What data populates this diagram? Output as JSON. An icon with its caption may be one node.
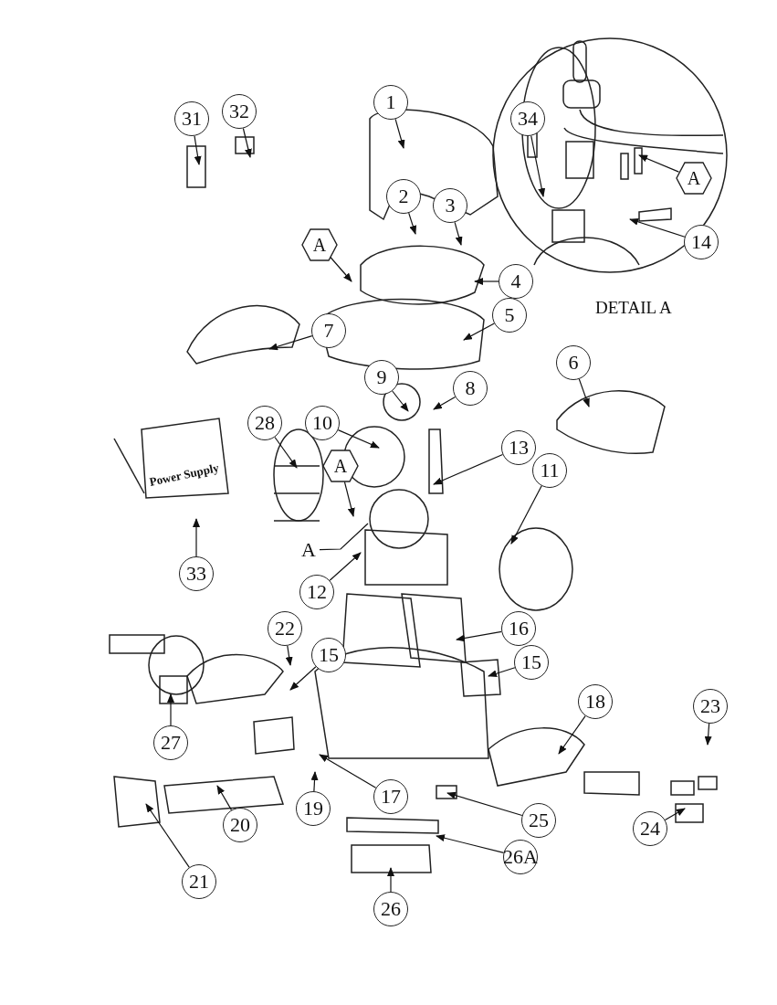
{
  "diagram": {
    "nodes": [
      {
        "text": [
          "34"
        ]
      },
      {
        "text": [
          "31"
        ]
      },
      {
        "text": [
          "32"
        ]
      },
      {
        "text": [
          "1"
        ]
      },
      {
        "text": [
          "2"
        ]
      },
      {
        "text": [
          "3"
        ]
      },
      {
        "text": [
          "A"
        ]
      },
      {
        "text": [
          "14"
        ]
      },
      {
        "text": [
          "A"
        ]
      },
      {
        "text": [
          "4"
        ]
      },
      {
        "text": [
          "5"
        ]
      },
      {
        "text": [
          "7"
        ]
      },
      {
        "text": [
          "9"
        ]
      },
      {
        "text": [
          "8"
        ]
      },
      {
        "text": [
          "6"
        ]
      },
      {
        "text": [
          "10"
        ]
      },
      {
        "text": [
          "28"
        ]
      },
      {
        "text": [
          "13"
        ]
      },
      {
        "text": [
          "11"
        ]
      },
      {
        "text": [
          "A"
        ]
      },
      {
        "text": [
          "A"
        ]
      },
      {
        "text": [
          "33"
        ]
      },
      {
        "text": [
          "12"
        ]
      },
      {
        "text": [
          "22"
        ]
      },
      {
        "text": [
          "16"
        ]
      },
      {
        "text": [
          "15"
        ]
      },
      {
        "text": [
          "15"
        ]
      },
      {
        "text": [
          "18"
        ]
      },
      {
        "text": [
          "23"
        ]
      },
      {
        "text": [
          "27"
        ]
      },
      {
        "text": [
          "17"
        ]
      },
      {
        "text": [
          "19"
        ]
      },
      {
        "text": [
          "20"
        ]
      },
      {
        "text": [
          "25"
        ]
      },
      {
        "text": [
          "24"
        ]
      },
      {
        "text": [
          "26A"
        ]
      },
      {
        "text": [
          "21"
        ]
      },
      {
        "text": [
          "26"
        ]
      }
    ],
    "edges": [
      {
        "from": 0,
        "to": null,
        "arrow": "to"
      },
      {
        "from": 1,
        "to": null,
        "arrow": "to"
      },
      {
        "from": 2,
        "to": null,
        "arrow": "to"
      },
      {
        "from": 3,
        "to": null,
        "arrow": "to"
      },
      {
        "from": 4,
        "to": null,
        "arrow": "to"
      },
      {
        "from": 5,
        "to": null,
        "arrow": "to"
      },
      {
        "from": 6,
        "to": null,
        "arrow": "to"
      },
      {
        "from": 7,
        "to": null,
        "arrow": "to"
      },
      {
        "from": 8,
        "to": null,
        "arrow": "to"
      },
      {
        "from": 9,
        "to": null,
        "arrow": "to"
      },
      {
        "from": 10,
        "to": null,
        "arrow": "to"
      },
      {
        "from": 11,
        "to": null,
        "arrow": "to"
      },
      {
        "from": 12,
        "to": null,
        "arrow": "to"
      },
      {
        "from": 13,
        "to": null,
        "arrow": "to"
      },
      {
        "from": 14,
        "to": null,
        "arrow": "to"
      },
      {
        "from": 15,
        "to": null,
        "arrow": "to"
      },
      {
        "from": 16,
        "to": null,
        "arrow": "to"
      },
      {
        "from": 17,
        "to": null,
        "arrow": "to"
      },
      {
        "from": 18,
        "to": null,
        "arrow": "to"
      },
      {
        "from": 19,
        "to": null,
        "arrow": "to"
      },
      {
        "from": 20,
        "to": null,
        "arrow": "none"
      },
      {
        "from": 21,
        "to": null,
        "arrow": "to"
      },
      {
        "from": 22,
        "to": null,
        "arrow": "to"
      },
      {
        "from": 23,
        "to": null,
        "arrow": "to"
      },
      {
        "from": 24,
        "to": null,
        "arrow": "to"
      },
      {
        "from": 25,
        "to": null,
        "arrow": "to"
      },
      {
        "from": 26,
        "to": null,
        "arrow": "to"
      },
      {
        "from": 27,
        "to": null,
        "arrow": "to"
      },
      {
        "from": 28,
        "to": null,
        "arrow": "to"
      },
      {
        "from": 29,
        "to": null,
        "arrow": "to"
      },
      {
        "from": 30,
        "to": null,
        "arrow": "to"
      },
      {
        "from": 31,
        "to": null,
        "arrow": "to"
      },
      {
        "from": 32,
        "to": null,
        "arrow": "to"
      },
      {
        "from": 33,
        "to": null,
        "arrow": "to"
      },
      {
        "from": 34,
        "to": null,
        "arrow": "to"
      },
      {
        "from": 35,
        "to": null,
        "arrow": "to"
      },
      {
        "from": 36,
        "to": null,
        "arrow": "to"
      },
      {
        "from": 37,
        "to": null,
        "arrow": "to"
      }
    ],
    "labels": [
      "DETAIL A",
      "Power Supply"
    ]
  }
}
